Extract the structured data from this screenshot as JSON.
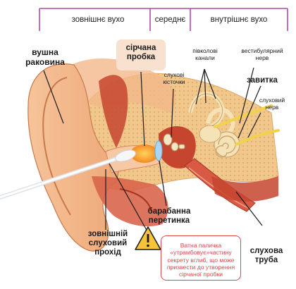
{
  "sections": {
    "outer": "зовнішнє вухо",
    "middle": "середнє",
    "inner": "внутрішнє вухо"
  },
  "labels": {
    "auricle": [
      "вушна",
      "раковина"
    ],
    "earwax_plug": [
      "сірчана",
      "пробка"
    ],
    "ossicles": [
      "слухові",
      "кісточки"
    ],
    "semicircular": [
      "півколові",
      "канали"
    ],
    "vestibular_nerve": [
      "вестибулярний",
      "нерв"
    ],
    "cochlea": [
      "завитка"
    ],
    "auditory_nerve": [
      "слуховий",
      "нерв"
    ],
    "eardrum": [
      "барабанна",
      "перетинка"
    ],
    "ear_canal": [
      "зовнішній",
      "слуховий",
      "прохід"
    ],
    "eustachian": [
      "слухова",
      "труба"
    ]
  },
  "warning": {
    "text": [
      "Ватна паличка",
      "«утрамбовує»частину",
      "секрету вглиб, що може",
      "призвести до утворення",
      "сірчаної пробки"
    ],
    "icon": "warning-triangle-icon"
  },
  "colors": {
    "bracket": "#b24aa8",
    "warning": "#e0464a",
    "skin": "#f2b88a",
    "bone": "#f0c88c",
    "muscle": "#c5452f",
    "wax": "#f39a1c"
  }
}
